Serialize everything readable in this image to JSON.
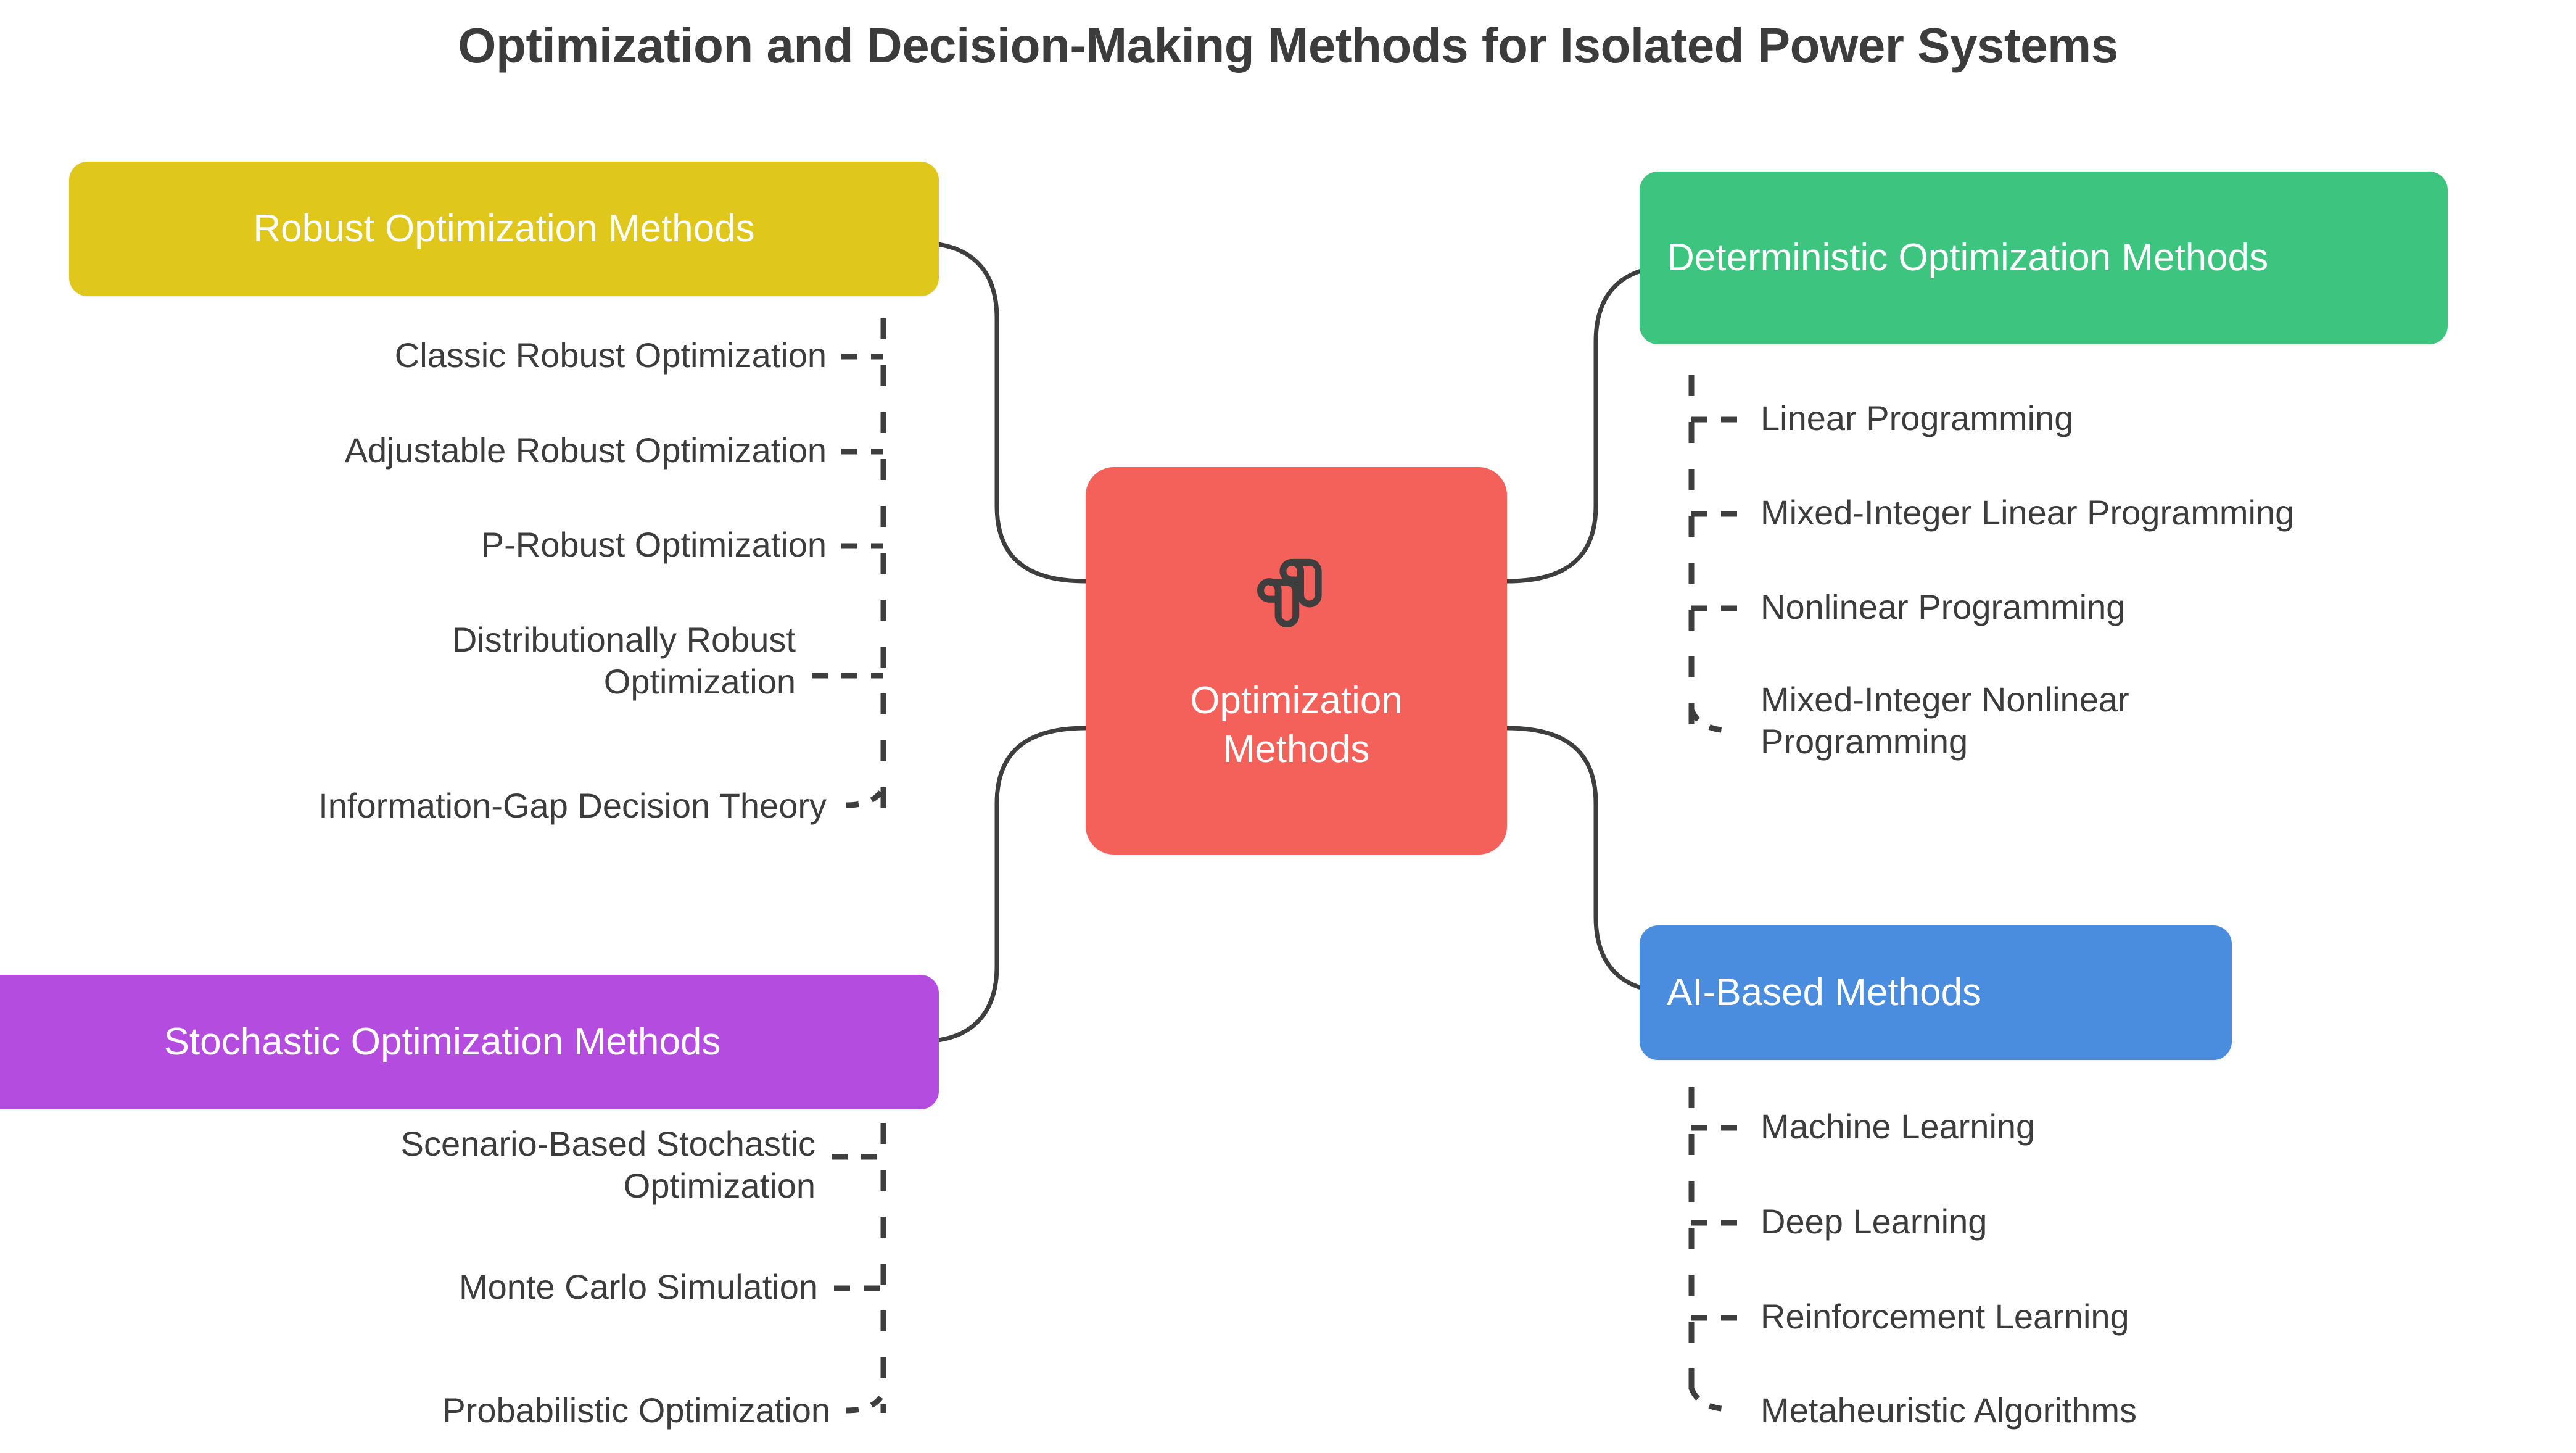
{
  "page": {
    "title": "Optimization and Decision-Making Methods for Isolated Power Systems",
    "background": "#ffffff",
    "text_color": "#3c3c3c",
    "connector_color": "#3e3e3e"
  },
  "center": {
    "label_line1": "Optimization",
    "label_line2": "Methods",
    "color": "#F4605A",
    "icon": "workflow-blocks-icon"
  },
  "branches": [
    {
      "id": "robust",
      "label": "Robust Optimization Methods",
      "color": "#DFC71C",
      "side": "left",
      "children": [
        "Classic Robust Optimization",
        "Adjustable Robust Optimization",
        "P-Robust Optimization",
        "Distributionally Robust\nOptimization",
        "Information-Gap Decision Theory"
      ]
    },
    {
      "id": "deterministic",
      "label": "Deterministic Optimization Methods",
      "color": "#3DC47E",
      "side": "right",
      "children": [
        "Linear Programming",
        "Mixed-Integer Linear Programming",
        "Nonlinear Programming",
        "Mixed-Integer Nonlinear\nProgramming"
      ]
    },
    {
      "id": "stochastic",
      "label": "Stochastic Optimization Methods",
      "color": "#B44CE0",
      "side": "left",
      "children": [
        "Scenario-Based Stochastic\nOptimization",
        "Monte Carlo Simulation",
        "Probabilistic Optimization"
      ]
    },
    {
      "id": "ai",
      "label": "AI-Based Methods",
      "color": "#4A8CDE",
      "side": "right",
      "children": [
        "Machine Learning",
        "Deep Learning",
        "Reinforcement Learning",
        "Metaheuristic Algorithms"
      ]
    }
  ]
}
